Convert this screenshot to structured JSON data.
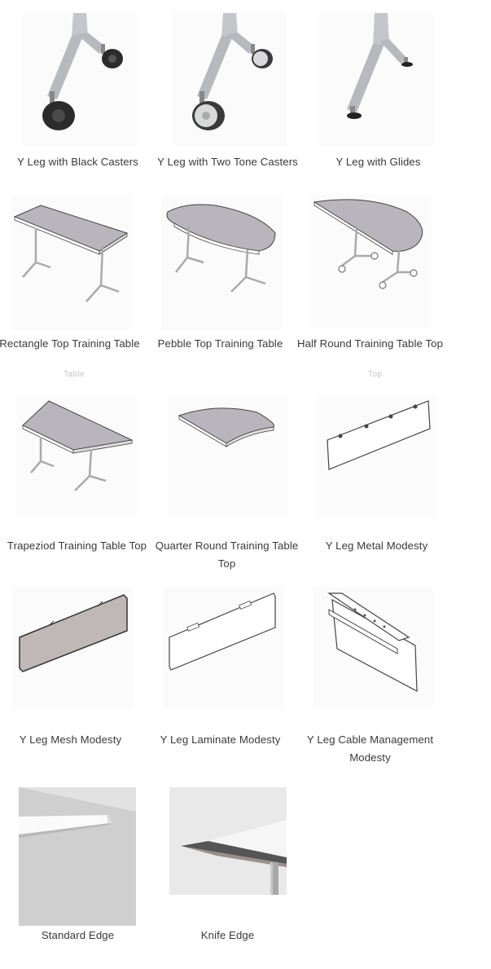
{
  "items": [
    {
      "label": "Y Leg with Black Casters",
      "icon": "y-leg-black-casters-image"
    },
    {
      "label": "Y Leg with Two Tone Casters",
      "icon": "y-leg-two-tone-casters-image"
    },
    {
      "label": "Y Leg with Glides",
      "icon": "y-leg-glides-image"
    },
    {
      "label": "Rectangle Top Training Table",
      "icon": "rectangle-top-table-image"
    },
    {
      "label": "Pebble Top Training Table",
      "icon": "pebble-top-table-image"
    },
    {
      "label": "Half Round Training Table Top",
      "icon": "half-round-table-image"
    },
    {
      "label": "Trapeziod Training Table Top",
      "icon": "trapezoid-table-image"
    },
    {
      "label": "Quarter Round Training Table Top",
      "icon": "quarter-round-table-image"
    },
    {
      "label": "Y Leg Metal Modesty",
      "icon": "metal-modesty-panel-image"
    },
    {
      "label": "Y Leg Mesh Modesty",
      "icon": "mesh-modesty-panel-image"
    },
    {
      "label": "Y Leg Laminate Modesty",
      "icon": "laminate-modesty-panel-image"
    },
    {
      "label": "Y Leg Cable Management Modesty",
      "icon": "cable-management-modesty-image"
    },
    {
      "label": "Standard Edge",
      "icon": "standard-edge-image"
    },
    {
      "label": "Knife Edge",
      "icon": "knife-edge-image"
    }
  ],
  "ghost_text": {
    "row2_col1": "Table",
    "row2_col3": "Top"
  },
  "colors": {
    "tabletop": "#b8b5bc",
    "leg_metal": "#b9bcc0",
    "caster_black": "#2b2b2b",
    "mesh_panel": "#bfb8b6",
    "text": "#3a3a3a"
  }
}
